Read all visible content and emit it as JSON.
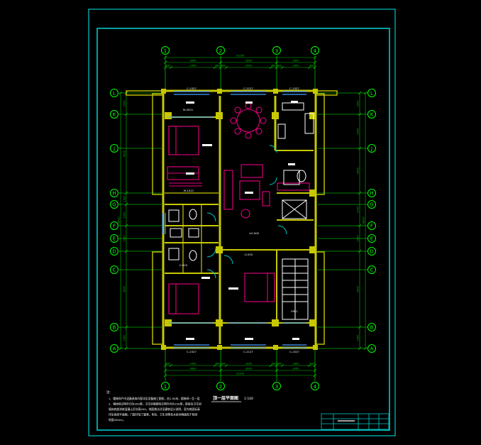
{
  "drawing": {
    "title": "顶一层平面图",
    "scale": "1:100",
    "notes_heading": "注:",
    "notes": [
      "1、楼梯间户内设备具体内容详见设备施工图纸，由1.00米，楼梯间一至一层",
      "2、墙体除注明外均为200厚，卫生间墙厚除注明外均为100厚，厨房及卫生间",
      "   墙体底部浇筑混凝土反坎高200，地面做法详见建筑设计说明，室内地面标高",
      "   详见各层平面图，门窗详见门窗表，阳台、卫生间等有水房间地面低于相邻",
      "   地面20mm。"
    ]
  },
  "axes": {
    "columns": [
      "1",
      "2",
      "3",
      "4"
    ],
    "rows": [
      "L",
      "K",
      "J",
      "H",
      "G",
      "F",
      "E",
      "D",
      "C",
      "B",
      "A"
    ]
  },
  "dimensions": {
    "top_total": "10200",
    "top_segments": [
      "3600",
      "3600",
      "3000"
    ],
    "top_sub": [
      "600",
      "2400",
      "600",
      "600",
      "2400",
      "600",
      "600",
      "1800",
      "600"
    ],
    "bottom_total": "10200",
    "bottom_segments": [
      "3600",
      "3600",
      "3000"
    ],
    "bottom_sub": [
      "600",
      "2400",
      "600",
      "900",
      "1800",
      "900",
      "600",
      "1800",
      "600"
    ],
    "left_total": "18000",
    "left_segments": [
      "1500",
      "4500",
      "1500",
      "1200",
      "1500",
      "3600",
      "1500"
    ],
    "right_total": "18000",
    "right_segments": [
      "1500",
      "3000",
      "2400",
      "2700",
      "2100",
      "3600",
      "1500"
    ]
  },
  "tags": {
    "window_top_1": "C-1527",
    "window_top_2": "C-2127",
    "window_top_3": "C-1527",
    "window_bottom_1": "C-1527",
    "window_bottom_2": "C-2127",
    "window_bottom_3": "C-1527",
    "door_1": "M-0921",
    "door_2": "M-1021",
    "door_3": "FM-1",
    "level_1": "±0.000",
    "level_2": "-0.020",
    "level_3": "-0.020"
  },
  "colors": {
    "frame": "#00c8c8",
    "axis": "#00ff00",
    "wall": "#c8c800",
    "furniture": "#e6007e",
    "fixture": "#ffffff",
    "window": "#4aa0ff",
    "dim": "#00c000",
    "text": "#ffffff"
  }
}
